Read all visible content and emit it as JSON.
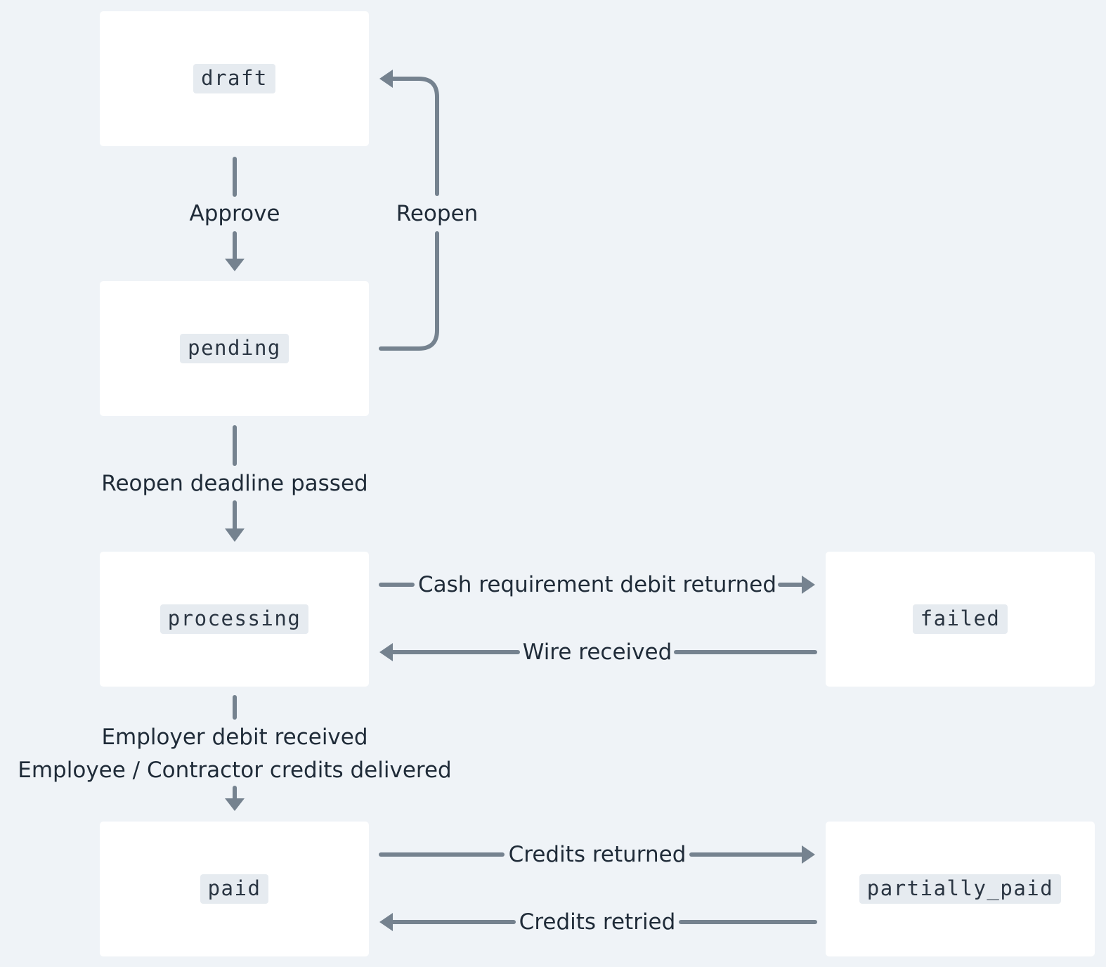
{
  "states": {
    "draft": "draft",
    "pending": "pending",
    "processing": "processing",
    "failed": "failed",
    "paid": "paid",
    "partially_paid": "partially_paid"
  },
  "transitions": {
    "approve": "Approve",
    "reopen": "Reopen",
    "reopen_deadline_passed": "Reopen deadline passed",
    "cash_requirement_debit_returned": "Cash requirement debit returned",
    "wire_received": "Wire received",
    "employer_debit_received": "Employer debit received",
    "credits_delivered": "Employee / Contractor credits delivered",
    "credits_returned": "Credits returned",
    "credits_retried": "Credits retried"
  },
  "colors": {
    "background": "#eff3f7",
    "box": "#ffffff",
    "code_bg": "#e6ebf0",
    "edge": "#75828f",
    "text": "#1f2b38"
  }
}
